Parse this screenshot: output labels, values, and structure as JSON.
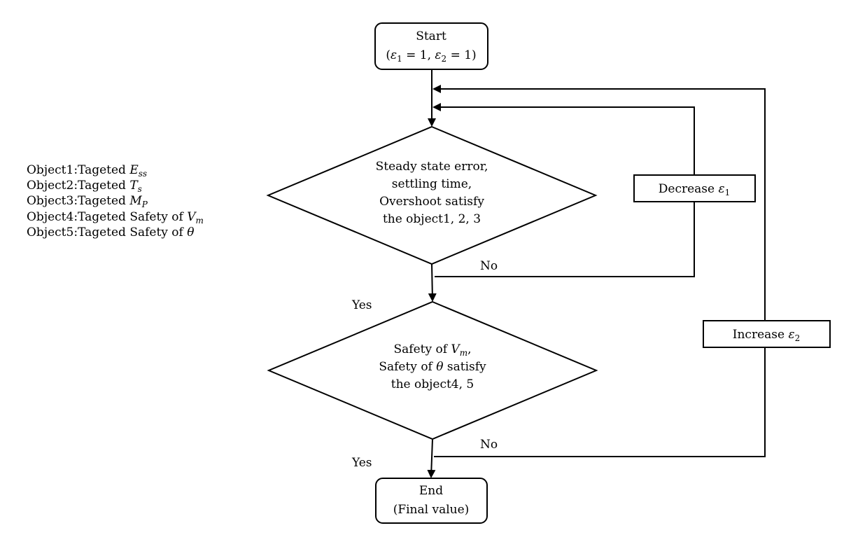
{
  "start": {
    "line1": "Start",
    "line2_parts": [
      "(",
      "ε",
      "1",
      " = 1, ",
      "ε",
      "2",
      " = 1)"
    ]
  },
  "objects": [
    {
      "prefix": "Object1:Tageted ",
      "var": "E",
      "sub": "ss"
    },
    {
      "prefix": "Object2:Tageted ",
      "var": "T",
      "sub": "s"
    },
    {
      "prefix": "Object3:Tageted ",
      "var": "M",
      "sub": "P"
    },
    {
      "prefix": "Object4:Tageted Safety of ",
      "var": "V",
      "sub": "m"
    },
    {
      "prefix": "Object5:Tageted Safety of ",
      "var": "θ",
      "sub": ""
    }
  ],
  "decision1": {
    "lines": [
      "Steady state error,",
      "settling time,",
      "Overshoot satisfy",
      "the object1, 2, 3"
    ]
  },
  "decision2": {
    "line1_prefix": "Safety of ",
    "line1_var": "V",
    "line1_sub": "m",
    "line1_suffix": ",",
    "line2_prefix": "Safety of ",
    "line2_var": "θ",
    "line2_suffix": " satisfy",
    "line3": "the object4, 5"
  },
  "decrease_box": {
    "prefix": "Decrease ",
    "var": "ε",
    "sub": "1"
  },
  "increase_box": {
    "prefix": "Increase ",
    "var": "ε",
    "sub": "2"
  },
  "labels": {
    "no1": "No",
    "yes1": "Yes",
    "no2": "No",
    "yes2": "Yes"
  },
  "end": {
    "line1": "End",
    "line2": "(Final value)"
  }
}
